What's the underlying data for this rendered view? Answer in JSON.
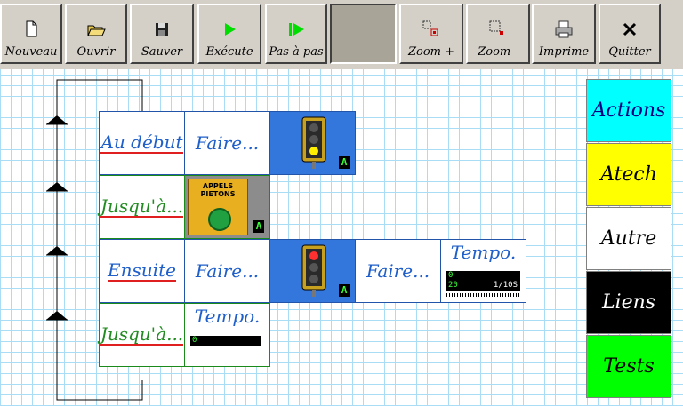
{
  "toolbar": {
    "buttons": [
      {
        "label": "Nouveau",
        "icon": "new-file-icon"
      },
      {
        "label": "Ouvrir",
        "icon": "open-folder-icon"
      },
      {
        "label": "Sauver",
        "icon": "save-disk-icon"
      },
      {
        "label": "Exécute",
        "icon": "play-icon"
      },
      {
        "label": "Pas à pas",
        "icon": "step-icon"
      },
      {
        "label": "",
        "icon": "blank"
      },
      {
        "label": "Zoom +",
        "icon": "zoom-in-icon"
      },
      {
        "label": "Zoom -",
        "icon": "zoom-out-icon"
      },
      {
        "label": "Imprime",
        "icon": "printer-icon"
      },
      {
        "label": "Quitter",
        "icon": "close-icon"
      }
    ]
  },
  "program": {
    "row1": {
      "label": "Au début",
      "action": "Faire..."
    },
    "row2": {
      "label": "Jusqu'à...",
      "sensor_text": "APPELS PIETONS"
    },
    "row3": {
      "label": "Ensuite",
      "action1": "Faire...",
      "action2": "Faire...",
      "tempo": "Tempo.",
      "tempo_val1": "0",
      "tempo_val2": "20",
      "tempo_unit": "1/10S"
    },
    "row4": {
      "label": "Jusqu'à...",
      "tempo": "Tempo.",
      "tempo_val": "0"
    },
    "tag": "A"
  },
  "palette": [
    {
      "label": "Actions",
      "color": "#00ffff",
      "text_color": "#000080"
    },
    {
      "label": "Atech",
      "color": "#ffff00",
      "text_color": "#000000"
    },
    {
      "label": "Autre",
      "color": "#ffffff",
      "text_color": "#000000"
    },
    {
      "label": "Liens",
      "color": "#000000",
      "text_color": "#ffffff"
    },
    {
      "label": "Tests",
      "color": "#00ff00",
      "text_color": "#000000"
    }
  ]
}
